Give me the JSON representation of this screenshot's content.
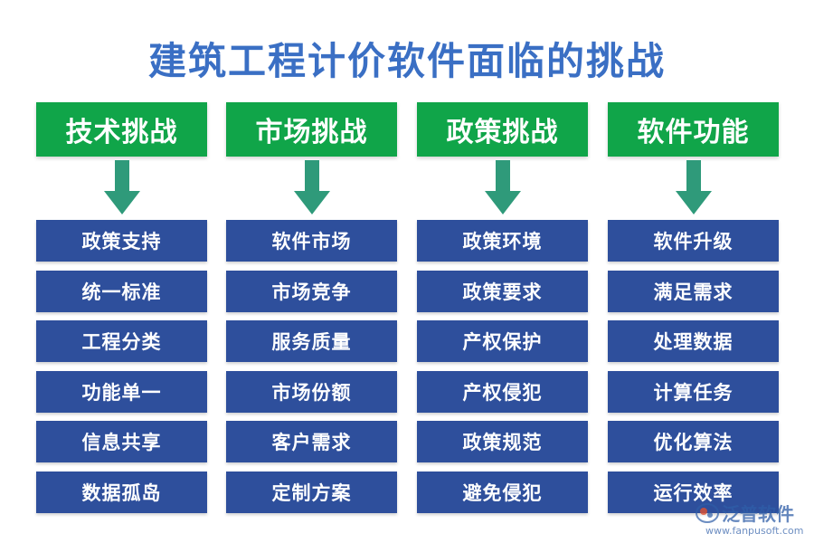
{
  "title": "建筑工程计价软件面临的挑战",
  "colors": {
    "title": "#3a6fc4",
    "header_bg": "#10a549",
    "arrow": "#2f9a7a",
    "item_bg": "#2e4f9c",
    "item_text": "#ffffff"
  },
  "columns": [
    {
      "header": "技术挑战",
      "items": [
        "政策支持",
        "统一标准",
        "工程分类",
        "功能单一",
        "信息共享",
        "数据孤岛"
      ]
    },
    {
      "header": "市场挑战",
      "items": [
        "软件市场",
        "市场竞争",
        "服务质量",
        "市场份额",
        "客户需求",
        "定制方案"
      ]
    },
    {
      "header": "政策挑战",
      "items": [
        "政策环境",
        "政策要求",
        "产权保护",
        "产权侵犯",
        "政策规范",
        "避免侵犯"
      ]
    },
    {
      "header": "软件功能",
      "items": [
        "软件升级",
        "满足需求",
        "处理数据",
        "计算任务",
        "优化算法",
        "运行效率"
      ]
    }
  ],
  "watermark": {
    "name": "泛普软件",
    "url": "www.fanpusoft.com",
    "icon": "fanpu-logo-icon"
  }
}
